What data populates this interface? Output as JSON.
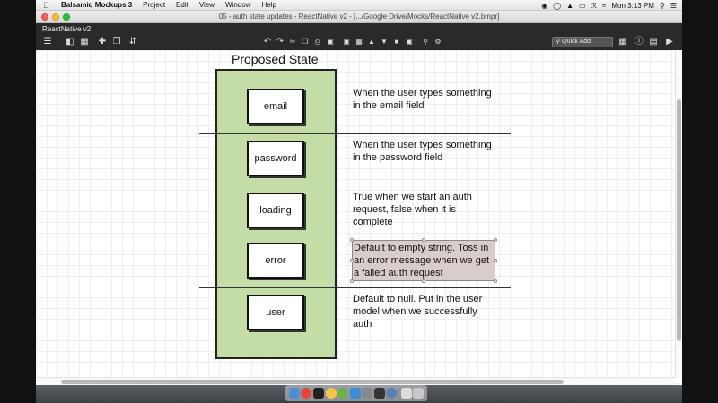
{
  "menubar": {
    "app_name": "Balsamiq Mockups 3",
    "items": [
      "Project",
      "Edit",
      "View",
      "Window",
      "Help"
    ],
    "clock": "Mon 3:13 PM"
  },
  "window": {
    "title": "05 - auth state updates - ReactNative v2 - [.../Google Drive/Mocks/ReactNative v2.bmpr]"
  },
  "app": {
    "project_name": "ReactNative v2",
    "quick_add_placeholder": "Quick Add"
  },
  "mockup": {
    "title": "Proposed State",
    "rows": [
      {
        "field": "email",
        "description": "When the user types something in the email field"
      },
      {
        "field": "password",
        "description": "When the user types something in the password field"
      },
      {
        "field": "loading",
        "description": "True when we start an auth request, false when it is complete"
      },
      {
        "field": "error",
        "description": "Default to empty string.  Toss in an error message when we get a failed auth request"
      },
      {
        "field": "user",
        "description": "Default to null.  Put in the user model when we successfully auth"
      }
    ]
  },
  "colors": {
    "state_column": "#c4dda7",
    "selection": "#d8cdca",
    "app_header": "#2a2a2a"
  }
}
